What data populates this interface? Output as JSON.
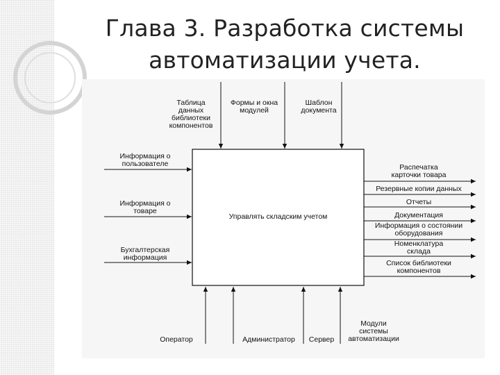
{
  "slide": {
    "title_line1": "Глава 3. Разработка системы",
    "title_line2": "автоматизации учета."
  },
  "diagram": {
    "function_box": "Управлять складским учетом",
    "controls": [
      "Таблица\nданных\nбиблиотеки\nкомпонентов",
      "Формы и окна\nмодулей",
      "Шаблон\nдокумента"
    ],
    "inputs": [
      "Информация о\nпользователе",
      "Информация о\nтоваре",
      "Бухгалтерская\nинформация"
    ],
    "outputs": [
      "Распечатка\nкарточки товара",
      "Резервные копии данных",
      "Отчеты",
      "Документация",
      "Информация о состоянии\nоборудования",
      "Номенклатура\nсклада",
      "Список библиотеки\nкомпонентов"
    ],
    "mechanisms": [
      "Оператор",
      "Администратор",
      "Сервер",
      "Модули\nсистемы\nавтоматизации"
    ]
  }
}
